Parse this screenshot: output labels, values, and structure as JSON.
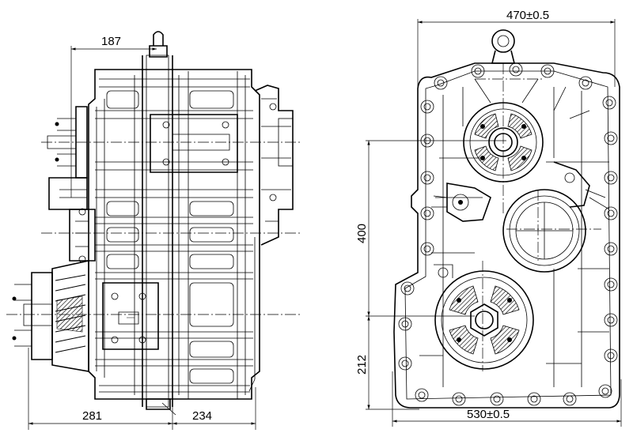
{
  "side_view": {
    "dim_top": "187",
    "dim_bottom_left": "281",
    "dim_bottom_right": "234"
  },
  "front_view": {
    "dim_top": "470±0.5",
    "dim_bottom": "530±0.5",
    "dim_vertical_upper": "400",
    "dim_vertical_lower": "212"
  }
}
